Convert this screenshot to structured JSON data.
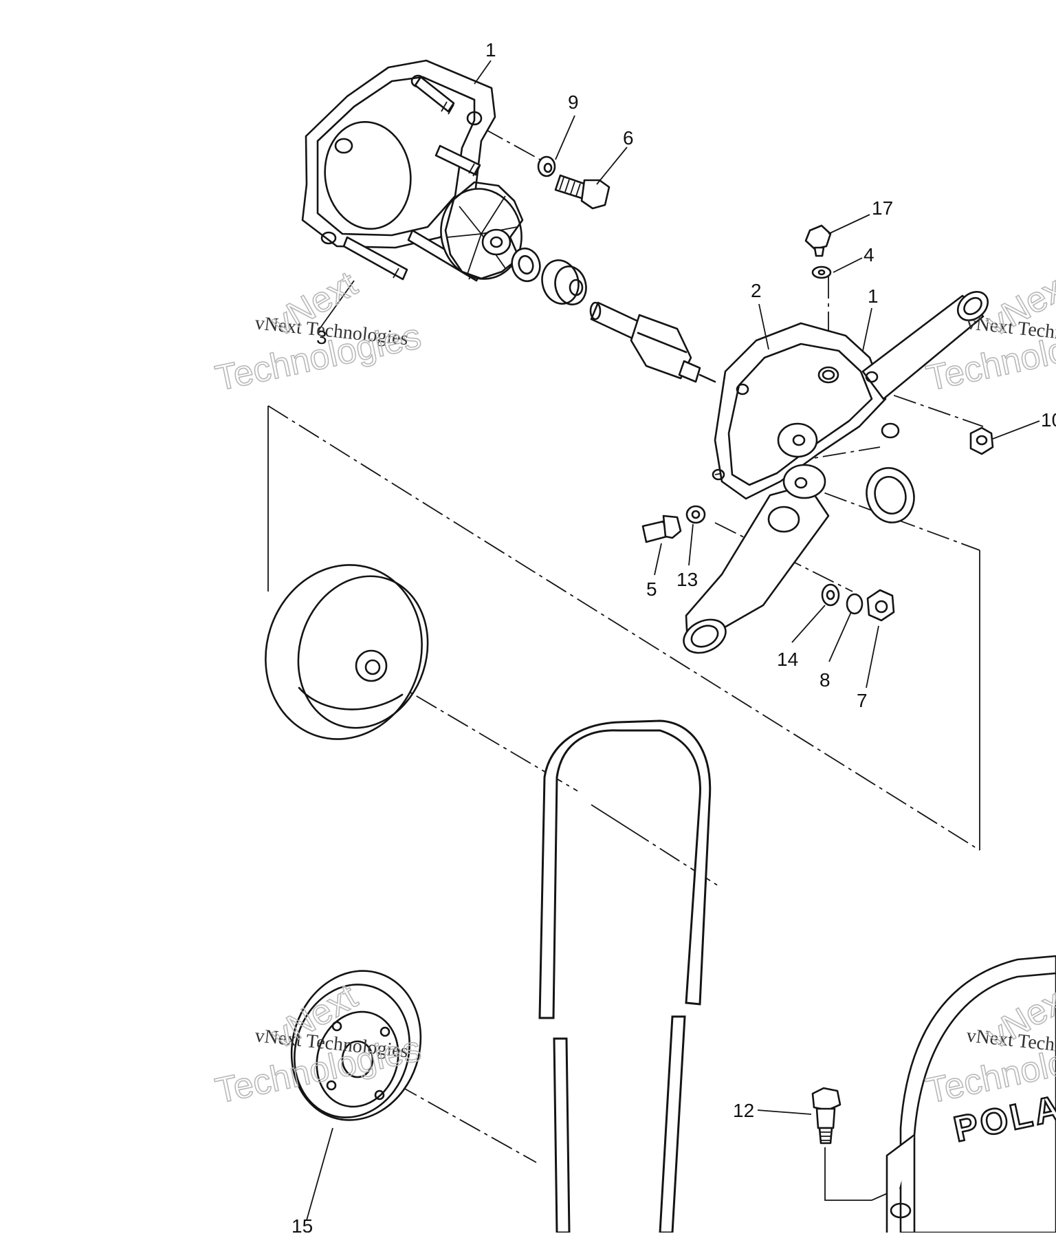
{
  "diagram": {
    "callouts": {
      "c1a": "1",
      "c9": "9",
      "c6": "6",
      "c17": "17",
      "c4": "4",
      "c2": "2",
      "c1b": "1",
      "c3": "3",
      "c10": "10",
      "c5": "5",
      "c13": "13",
      "c14": "14",
      "c8": "8",
      "c7": "7",
      "c12": "12",
      "c15": "15"
    },
    "logo_text": "POLARIS",
    "watermarks": {
      "line1": "vNext Technologies",
      "line2": "Technologies",
      "line3": "vNext"
    }
  }
}
